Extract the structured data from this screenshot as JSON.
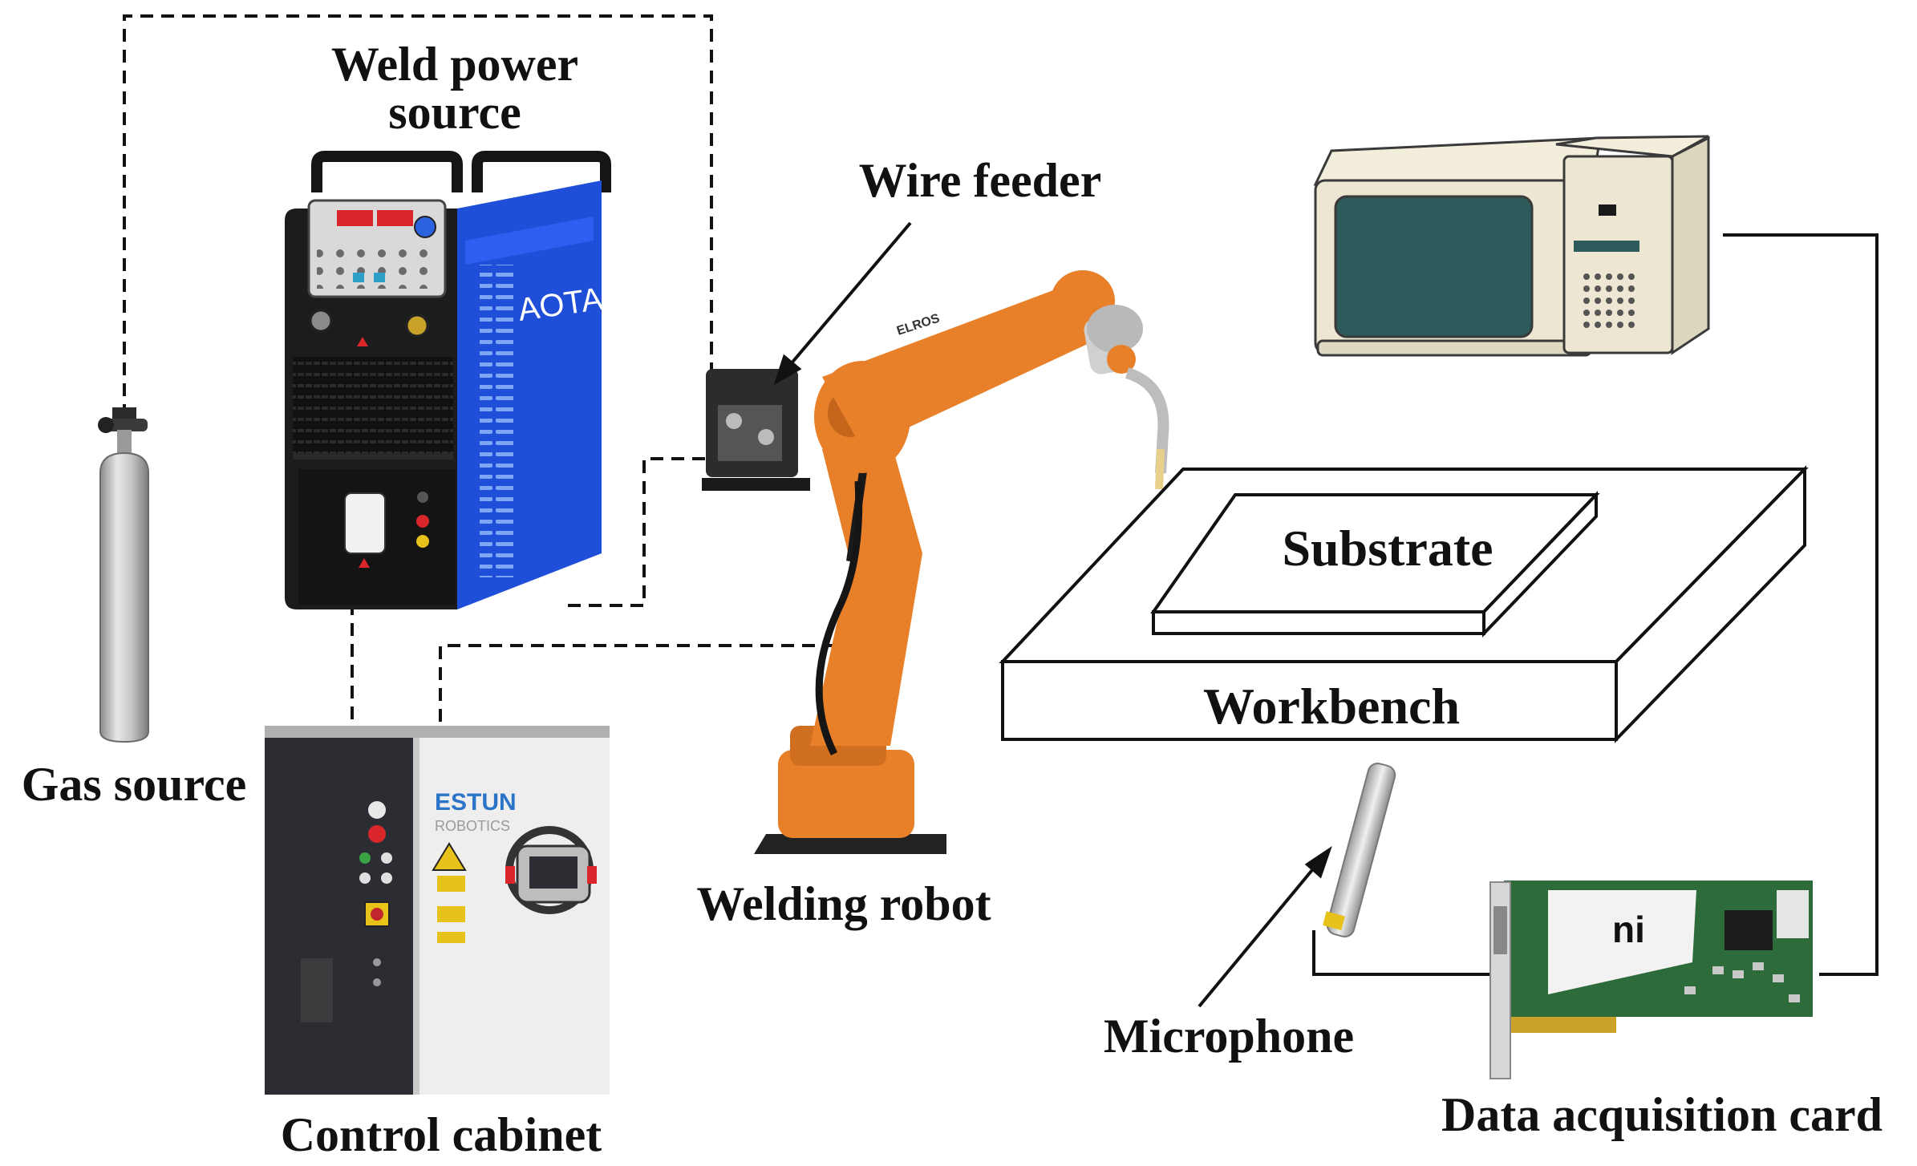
{
  "labels": {
    "weld_power_source_line1": "Weld power",
    "weld_power_source_line2": "source",
    "wire_feeder": "Wire feeder",
    "gas_source": "Gas source",
    "welding_robot": "Welding robot",
    "control_cabinet": "Control cabinet",
    "substrate": "Substrate",
    "workbench": "Workbench",
    "microphone": "Microphone",
    "data_acquisition_card": "Data acquisition card"
  },
  "device_markings": {
    "power_source_brand": "AOTAI",
    "cabinet_brand": "ESTUN",
    "cabinet_subbrand": "ROBOTICS",
    "robot_arm_brand": "ELROS",
    "daq_card_logo": "ni"
  },
  "colors": {
    "power_source_body": "#1f4fd8",
    "robot_arm": "#e8802a",
    "monitor_screen": "#2d5a5a",
    "computer_case": "#ece6d2",
    "daq_board": "#2e6b3a",
    "cylinder": "#c8c8c8",
    "cabinet_dark": "#2b2d33",
    "cabinet_light": "#eeeeee"
  }
}
